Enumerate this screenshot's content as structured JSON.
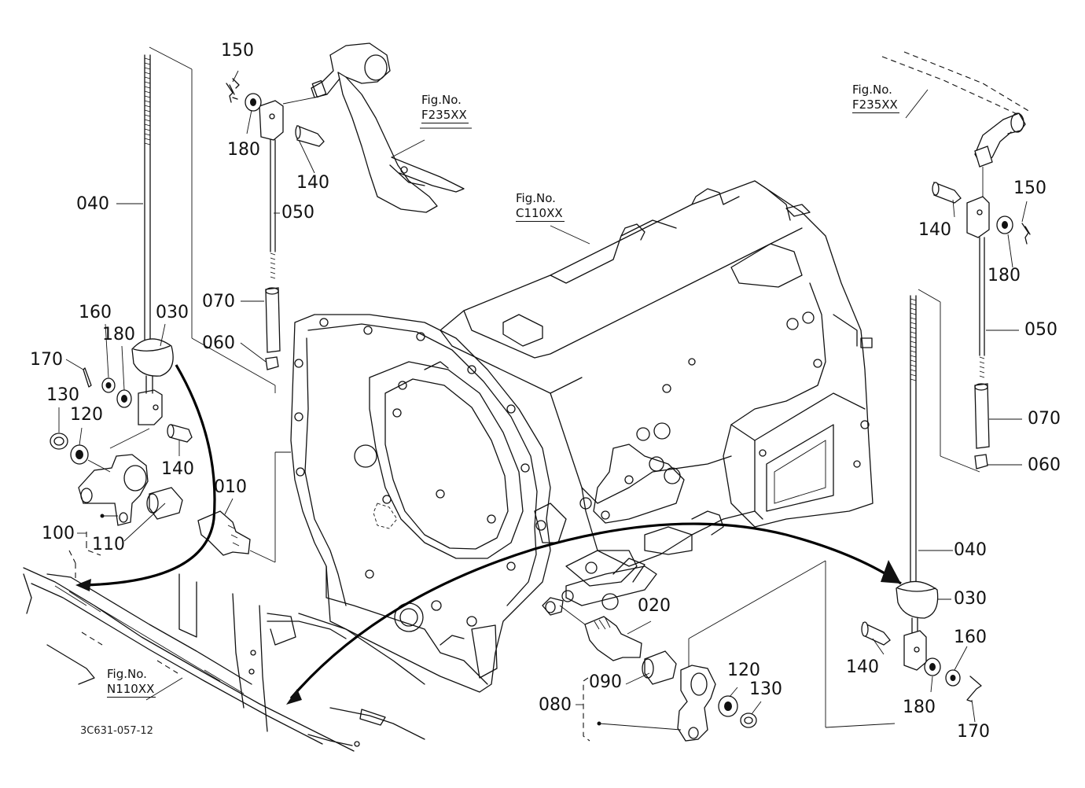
{
  "labels": {
    "l010": "010",
    "l020": "020",
    "l030a": "030",
    "l030b": "030",
    "l040a": "040",
    "l040b": "040",
    "l050a": "050",
    "l050b": "050",
    "l060a": "060",
    "l060b": "060",
    "l070a": "070",
    "l070b": "070",
    "l080": "080",
    "l090": "090",
    "l100": "100",
    "l110": "110",
    "l120a": "120",
    "l120b": "120",
    "l130a": "130",
    "l130b": "130",
    "l140a": "140",
    "l140b": "140",
    "l140c": "140",
    "l150a": "150",
    "l150b": "150",
    "l160a": "160",
    "l160b": "160",
    "l170a": "170",
    "l170b": "170",
    "l180a": "180",
    "l180b": "180",
    "l180c": "180",
    "l180d": "180"
  },
  "figrefs": {
    "f235_left": {
      "line1": "Fig.No.",
      "line2": "F235XX"
    },
    "f235_right": {
      "line1": "Fig.No.",
      "line2": "F235XX"
    },
    "c110": {
      "line1": "Fig.No.",
      "line2": "C110XX"
    },
    "n110": {
      "line1": "Fig.No.",
      "line2": "N110XX"
    }
  },
  "drawing_code": "3C631-057-12"
}
